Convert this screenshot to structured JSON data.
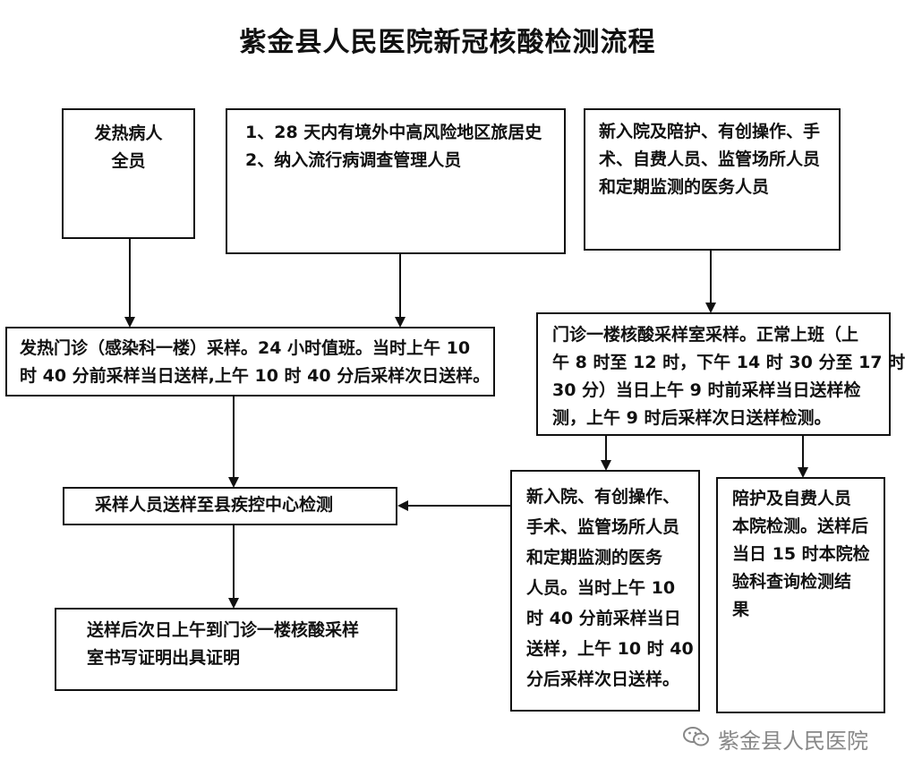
{
  "title": "紫金县人民医院新冠核酸检测流程",
  "boxes": {
    "fever_patients": [
      "发热病人",
      "全员"
    ],
    "risk_groups": [
      "1、28 天内有境外中高风险地区旅居史",
      "2、纳入流行病调查管理人员"
    ],
    "new_admissions": [
      "新入院及陪护、有创操作、手",
      "术、自费人员、监管场所人员",
      "和定期监测的医务人员"
    ],
    "fever_clinic": [
      "发热门诊（感染科一楼）采样。24 小时值班。当时上午 10",
      "时 40 分前采样当日送样,上午 10 时 40 分后采样次日送样。"
    ],
    "outpatient_sampling": [
      "门诊一楼核酸采样室采样。正常上班（上",
      "午 8 时至 12 时，下午 14 时 30 分至 17 时",
      "30 分）当日上午  9 时前采样当日送样检",
      "测，上午 9 时后采样次日送样检测。"
    ],
    "cdc_testing": [
      "采样人员送样至县疾控中心检测"
    ],
    "certificate": [
      "送样后次日上午到门诊一楼核酸采样",
      "室书写证明出具证明"
    ],
    "new_admission_detail": [
      "新入院、有创操作、",
      "手术、监管场所人员",
      "和定期监测的医务",
      "人员。当时上午  10",
      "时 40 分前采样当日",
      "送样，上午 10 时 40",
      "分后采样次日送样。"
    ],
    "escort_selfpay": [
      "陪护及自费人员",
      "本院检测。送样后",
      "当日  15  时本院检",
      "验科查询检测结",
      "果"
    ]
  },
  "watermark": "紫金县人民医院",
  "watermark_icon": "wechat-icon"
}
